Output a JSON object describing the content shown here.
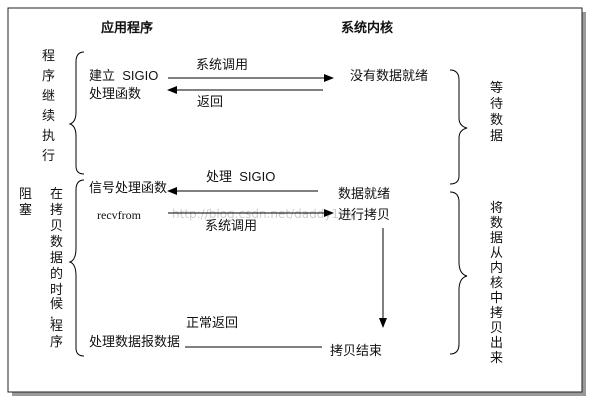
{
  "headers": {
    "app": "应用程序",
    "kernel": "系统内核"
  },
  "left_side": {
    "continue_chars": [
      "程",
      "序",
      "继",
      "续",
      "执",
      "行"
    ],
    "block_chars": [
      "阻",
      "塞"
    ],
    "copy_note_chars": [
      "在",
      "拷",
      "贝",
      "数",
      "据",
      "的",
      "时",
      "候",
      ",",
      "程",
      "序"
    ]
  },
  "right_side": {
    "wait_chars": [
      "等",
      "待",
      "数",
      "据"
    ],
    "copy_chars": [
      "将",
      "数",
      "据",
      "从",
      "内",
      "核",
      "中",
      "拷",
      "贝",
      "出",
      "来"
    ]
  },
  "app_labels": {
    "setup": "建立  SIGIO",
    "handler": "处理函数",
    "signal_handler": "信号处理函数",
    "recvfrom": "recvfrom",
    "process": "处理数据报数据"
  },
  "kernel_labels": {
    "no_data": "没有数据就绪",
    "data_ready": "数据就绪",
    "copying": "进行拷贝",
    "copy_done": "拷贝结束"
  },
  "arrow_labels": {
    "syscall1": "系统调用",
    "return1": "返回",
    "sigio": "处理  SIGIO",
    "syscall2": "系统调用",
    "normal_return": "正常返回"
  },
  "watermark": "http://blog.csdn.net/daddy1zjy"
}
